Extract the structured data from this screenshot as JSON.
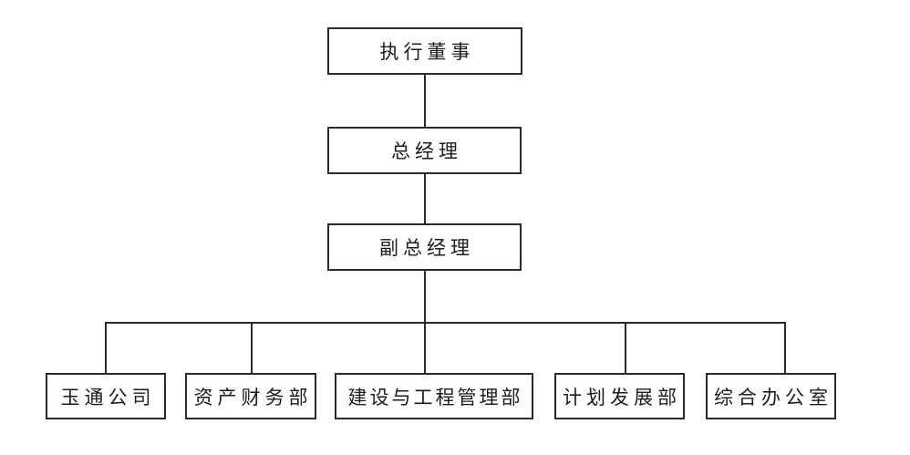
{
  "diagram": {
    "type": "org-chart",
    "background_color": "#ffffff",
    "line_color": "#2b2b2b",
    "nodes": {
      "executive_director": {
        "label": "执行董事",
        "level": 1
      },
      "general_manager": {
        "label": "总经理",
        "level": 2
      },
      "deputy_general_manager": {
        "label": "副总经理",
        "level": 3
      },
      "yutong_company": {
        "label": "玉通公司",
        "level": 4
      },
      "asset_finance_dept": {
        "label": "资产财务部",
        "level": 4
      },
      "construction_engineering_dept": {
        "label": "建设与工程管理部",
        "level": 4
      },
      "planning_development_dept": {
        "label": "计划发展部",
        "level": 4
      },
      "general_office": {
        "label": "综合办公室",
        "level": 4
      }
    },
    "edges": [
      {
        "from": "执行董事",
        "to": "总经理"
      },
      {
        "from": "总经理",
        "to": "副总经理"
      },
      {
        "from": "副总经理",
        "to": "玉通公司"
      },
      {
        "from": "副总经理",
        "to": "资产财务部"
      },
      {
        "from": "副总经理",
        "to": "建设与工程管理部"
      },
      {
        "from": "副总经理",
        "to": "计划发展部"
      },
      {
        "from": "副总经理",
        "to": "综合办公室"
      }
    ]
  }
}
